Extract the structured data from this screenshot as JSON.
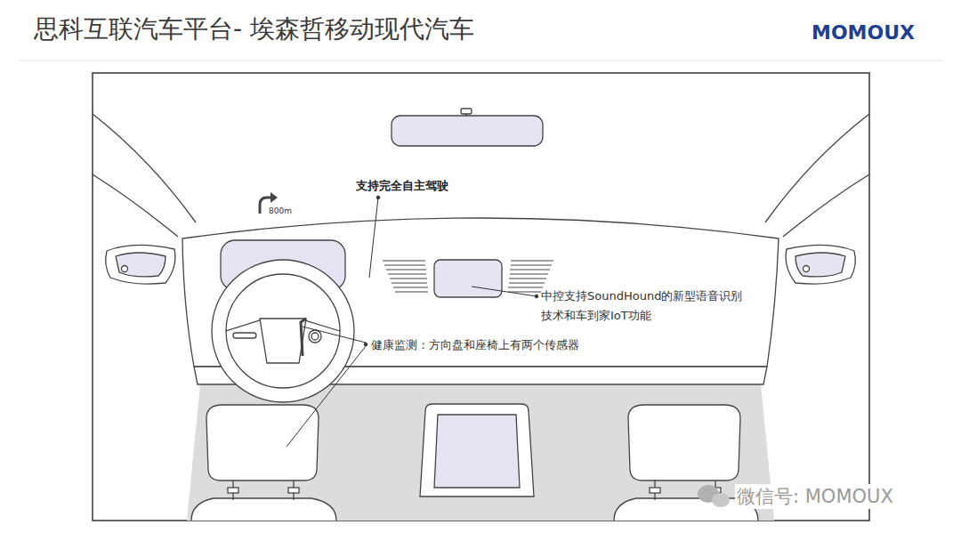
{
  "diagram": {
    "title": "思科互联汽车平台- 埃森哲移动现代汽车",
    "labels": [
      "MOMOUX",
      "支持完全自主驾驶",
      "800m",
      "中控支持SoundHound的新型语音识别 技术和车到家IoT功能",
      "健康监测：方向盘和座椅上有两个传感器",
      "微信号: MOMOUX"
    ]
  }
}
